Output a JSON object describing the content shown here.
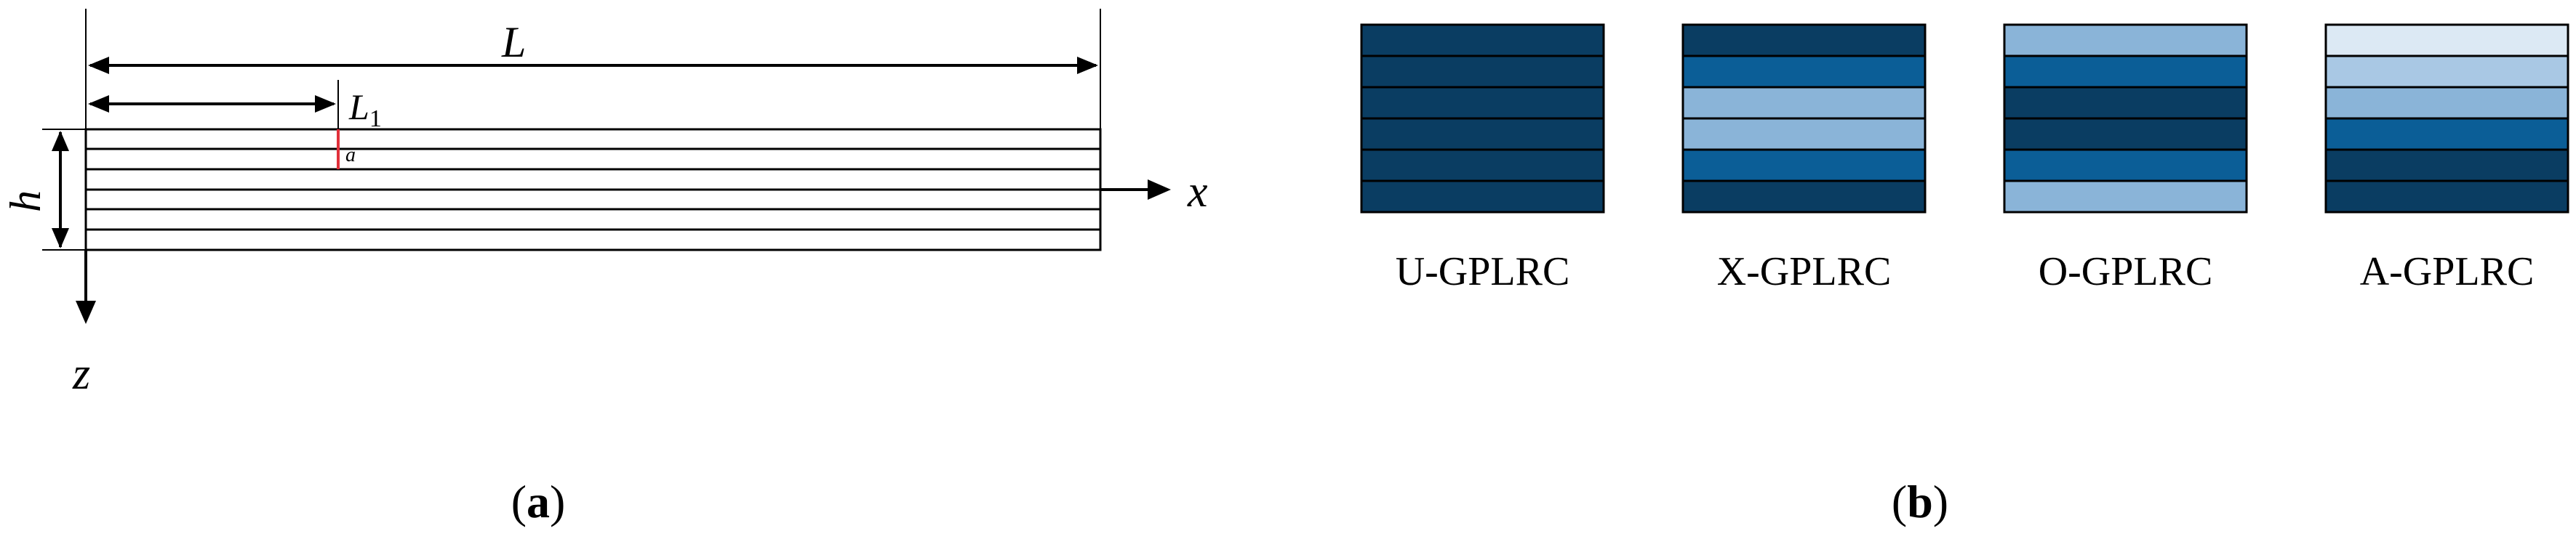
{
  "panel_a": {
    "caption_open": "(",
    "caption_letter": "a",
    "caption_close": ")",
    "label_L": "L",
    "label_L1_main": "L",
    "label_L1_sub": "1",
    "label_h": "h",
    "label_a": "a",
    "label_x": "x",
    "label_z": "z",
    "crack_color": "#e0303a"
  },
  "panel_b": {
    "caption_open": "(",
    "caption_letter": "b",
    "caption_close": ")",
    "blocks": [
      {
        "label": "U-GPLRC",
        "layers": [
          "#0a3d62",
          "#0a3d62",
          "#0a3d62",
          "#0a3d62",
          "#0a3d62",
          "#0a3d62"
        ]
      },
      {
        "label": "X-GPLRC",
        "layers": [
          "#0a3d62",
          "#0b5e97",
          "#8ab4d8",
          "#8ab4d8",
          "#0b5e97",
          "#0a3d62"
        ]
      },
      {
        "label": "O-GPLRC",
        "layers": [
          "#8ab4d8",
          "#0b5e97",
          "#0a3d62",
          "#0a3d62",
          "#0b5e97",
          "#8ab4d8"
        ]
      },
      {
        "label": "A-GPLRC",
        "layers": [
          "#dce9f4",
          "#a9c8e4",
          "#8ab4d8",
          "#0b5e97",
          "#0a3d62",
          "#0a3d62"
        ]
      }
    ]
  }
}
